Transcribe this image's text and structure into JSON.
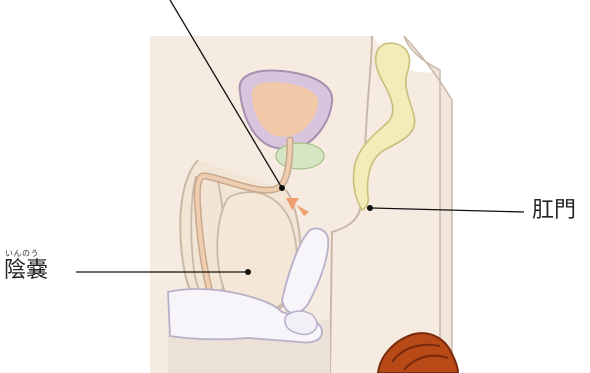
{
  "labels": {
    "anus": "肛門",
    "scrotum": "陰嚢",
    "scrotum_reading": "いんのう"
  },
  "colors": {
    "body_fill": "#f5ebe0",
    "body_outline": "#c9b8a8",
    "shadow_fill": "#ece1d6",
    "bladder_outer": "#d8c4dc",
    "bladder_outline": "#a88fb0",
    "bladder_inner": "#f2c9a8",
    "prostate": "#d6e6c2",
    "urethra": "#efcdb1",
    "rectum": "#f2ecb8",
    "rectum_outline": "#c8bf7a",
    "arrow": "#f0a070",
    "hand_fill": "#f7f5fa",
    "hand_outline": "#b8b0c8",
    "hair": "#b84a18",
    "hair_dark": "#7a2a0c",
    "line": "#111111"
  }
}
